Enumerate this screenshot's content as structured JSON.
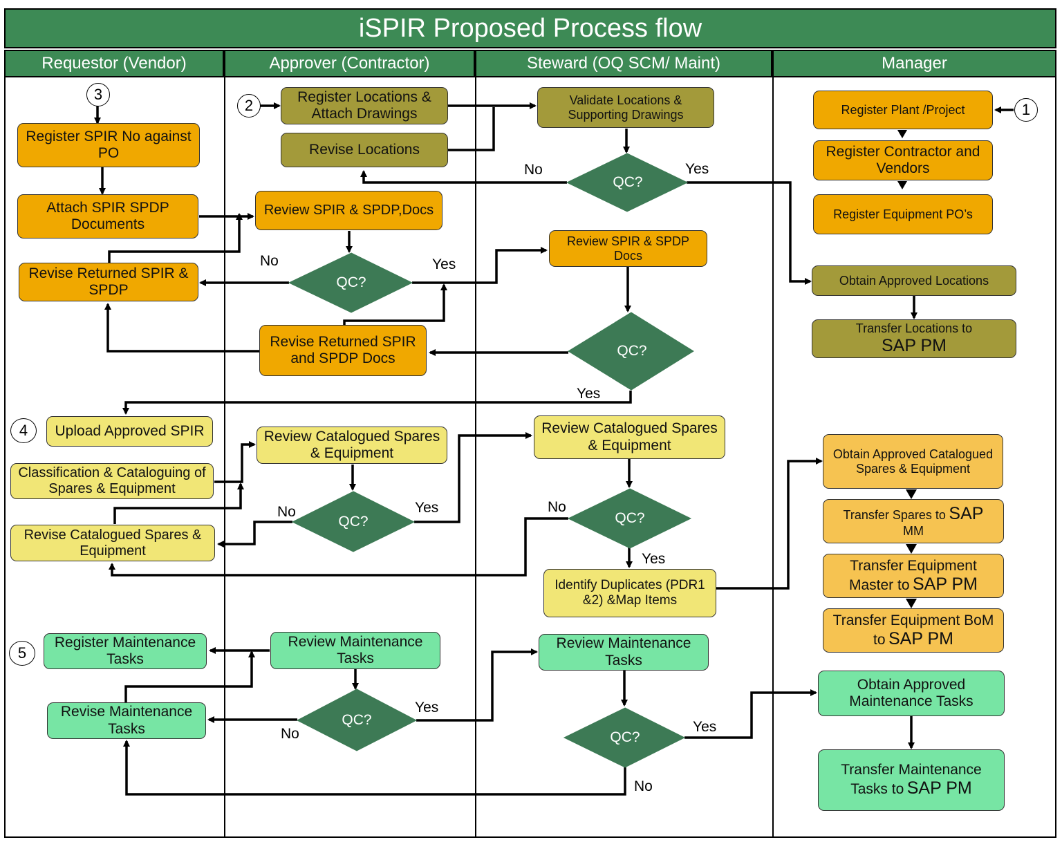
{
  "title": "iSPIR Proposed Process flow",
  "lanes": [
    "Requestor (Vendor)",
    "Approver (Contractor)",
    "Steward (OQ SCM/ Maint)",
    "Manager"
  ],
  "markers": [
    "1",
    "2",
    "3",
    "4",
    "5"
  ],
  "decision_label": "QC?",
  "labels": {
    "yes": "Yes",
    "no": "No"
  },
  "boxes": {
    "register_spir": "Register SPIR No against PO",
    "attach_spir": "Attach SPIR SPDP Documents",
    "revise_returned_spir": "Revise Returned  SPIR & SPDP",
    "register_locations": "Register Locations & Attach Drawings",
    "revise_locations": "Revise Locations",
    "review_spir_docs": "Review SPIR & SPDP,Docs",
    "revise_returned_spir_docs": "Revise Returned SPIR and SPDP Docs",
    "validate_locations": "Validate Locations & Supporting Drawings",
    "steward_review_spir": "Review SPIR & SPDP Docs",
    "register_plant": "Register Plant /Project",
    "register_contractor": "Register Contractor and Vendors",
    "register_equipment_po": "Register Equipment PO’s",
    "obtain_locations": "Obtain Approved Locations",
    "transfer_locations": "Transfer Locations to",
    "transfer_locations_big": "SAP PM",
    "upload_spir": "Upload Approved SPIR",
    "classification": "Classification & Cataloguing of Spares & Equipment",
    "revise_catalogued": "Revise Catalogued Spares & Equipment",
    "approver_review_catalogued": "Review Catalogued Spares & Equipment",
    "steward_review_catalogued": "Review Catalogued Spares & Equipment",
    "identify_duplicates": "Identify Duplicates (PDR1 &2) &Map Items",
    "obtain_catalogued": "Obtain Approved Catalogued Spares & Equipment",
    "transfer_spares": "Transfer Spares to",
    "transfer_spares_big": "SAP",
    "transfer_spares_tail": "MM",
    "transfer_equipment_master": "Transfer Equipment Master to",
    "transfer_equipment_master_big": "SAP PM",
    "transfer_equipment_bom": "Transfer Equipment BoM to",
    "transfer_equipment_bom_big": "SAP PM",
    "register_maintenance": "Register Maintenance Tasks",
    "revise_maintenance": "Revise Maintenance Tasks",
    "approver_review_maintenance": "Review Maintenance Tasks",
    "steward_review_maintenance": "Review Maintenance Tasks",
    "obtain_maintenance": "Obtain Approved Maintenance Tasks",
    "transfer_maintenance": "Transfer Maintenance Tasks to",
    "transfer_maintenance_big": "SAP PM"
  },
  "colors": {
    "header_green": "#3d8a55",
    "diamond_green": "#3d7a55",
    "orange": "#f0a800",
    "olive": "#a39a3a",
    "yellow": "#f1e676",
    "light_orange": "#f6c351",
    "mint": "#77e5a4"
  }
}
